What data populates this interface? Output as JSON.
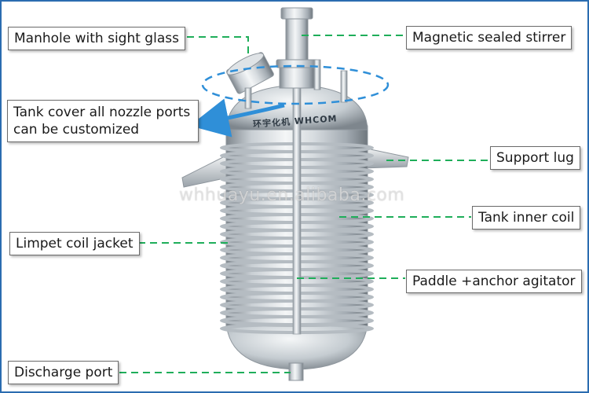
{
  "labels": {
    "manhole": "Manhole with sight glass",
    "stirrer": "Magnetic sealed stirrer",
    "tank_cover": "Tank cover all nozzle ports can be customized",
    "support_lug": "Support lug",
    "inner_coil": "Tank inner coil",
    "limpet": "Limpet coil jacket",
    "paddle": "Paddle +anchor agitator",
    "discharge": "Discharge port"
  },
  "watermark": "whhuayu.en.alibaba.com",
  "brand": "环宇化机 WHCOM",
  "colors": {
    "leader_line": "#1fae5a",
    "highlight": "#2f8fd8",
    "frame": "#2b6cb0",
    "steel_light": "#e8ebee",
    "steel_dark": "#8e969d"
  }
}
